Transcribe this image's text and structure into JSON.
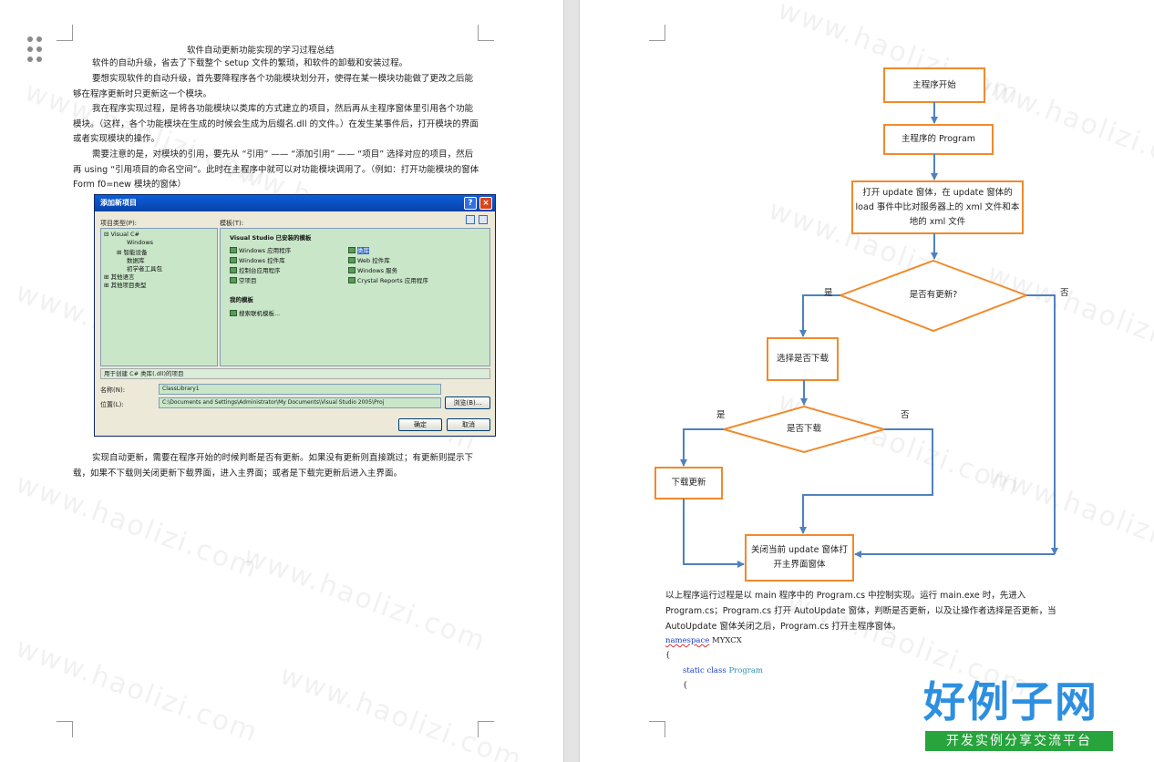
{
  "watermark": {
    "text": "www.haolizi.com"
  },
  "left_page": {
    "title": "软件自动更新功能实现的学习过程总结",
    "paragraphs": [
      "软件的自动升级，省去了下载整个 setup 文件的繁琐，和软件的卸载和安装过程。",
      "要想实现软件的自动升级，首先要降程序各个功能模块划分开，使得在某一模块功能做了更改之后能够在程序更新时只更新这一个模块。",
      "我在程序实现过程，是将各功能模块以类库的方式建立的项目，然后再从主程序窗体里引用各个功能模块。（这样，各个功能模块在生成的时候会生成为后缀名.dll 的文件。）在发生某事件后，打开模块的界面或者实现模块的操作。",
      "需要注意的是，对模块的引用，要先从 “引用” —— “添加引用” —— “项目” 选择对应的项目，然后再 using “引用项目的命名空间”。此时在主程序中就可以对功能模块调用了。（例如：打开功能模块的窗体 Form f0=new 模块的窗体）"
    ],
    "paragraph_after_dialog": "实现自动更新，需要在程序开始的时候判断是否有更新。如果没有更新则直接跳过；有更新则提示下载，如果不下载则关闭更新下载界面，进入主界面；或者是下载完更新后进入主界面。"
  },
  "dialog": {
    "title": "添加新项目",
    "help_glyph": "?",
    "close_glyph": "×",
    "project_types_label": "项目类型(P):",
    "templates_label": "模板(T):",
    "tree": [
      "⊟ Visual C#",
      "Windows",
      "⊞ 智能设备",
      "数据库",
      "初学者工具包",
      "⊞ 其他语言",
      "⊞ 其他项目类型"
    ],
    "installed_header": "Visual Studio 已安装的模板",
    "templates_col1": [
      "Windows 应用程序",
      "Windows 控件库",
      "控制台应用程序",
      "空项目"
    ],
    "templates_col2": [
      "类库",
      "Web 控件库",
      "Windows 服务",
      "Crystal Reports 应用程序"
    ],
    "my_templates_header": "我的模板",
    "search_online": "搜索联机模板...",
    "description": "用于创建 C# 类库(.dll)的项目",
    "name_label": "名称(N):",
    "name_value": "ClassLibrary1",
    "location_label": "位置(L):",
    "location_value": "C:\\Documents and Settings\\Administrator\\My Documents\\Visual Studio 2005\\Proj",
    "browse_button": "浏览(B)...",
    "ok_button": "确定",
    "cancel_button": "取消"
  },
  "flowchart": {
    "nodes": {
      "start": "主程序开始",
      "program": "主程序的 Program",
      "open_update": "打开 update 窗体，在 update 窗体的load 事件中比对服务器上的 xml 文件和本地的 xml 文件",
      "has_update": "是否有更新?",
      "choose_download": "选择是否下载",
      "is_download": "是否下载",
      "download_update": "下载更新",
      "close_update": "关闭当前 update 窗体打开主界面窗体"
    },
    "edges": {
      "yes1": "是",
      "no1": "否",
      "yes2": "是",
      "no2": "否"
    },
    "colors": {
      "node_border": "#f08a2c",
      "arrow": "#4f81bd"
    }
  },
  "right_page": {
    "paragraph": "以上程序运行过程是以 main 程序中的 Program.cs 中控制实现。运行 main.exe 时，先进入 Program.cs；Program.cs 打开 AutoUpdate 窗体，判断是否更新，以及让操作者选择是否更新，当 AutoUpdate 窗体关闭之后，Program.cs 打开主程序窗体。",
    "code": {
      "namespace_kw": "namespace",
      "namespace_name": "MYXCX",
      "brace_open": "{",
      "static_kw": "static",
      "class_kw": "class",
      "class_name": "Program",
      "brace_inner": "{"
    }
  },
  "logo": {
    "main": "好例子网",
    "sub": "开发实例分享交流平台"
  }
}
